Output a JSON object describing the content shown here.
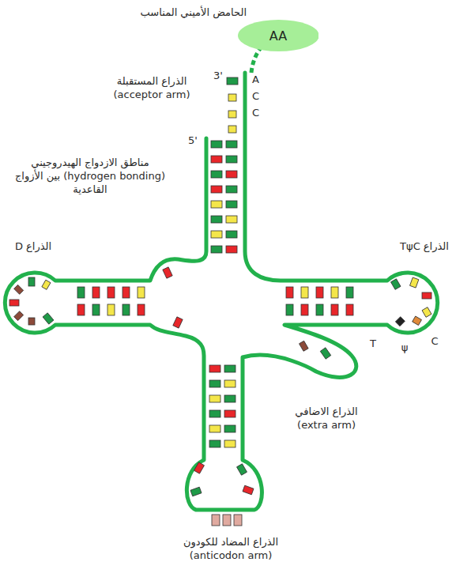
{
  "diagram": {
    "nodes": [
      {
        "text": [
          "AA"
        ]
      }
    ],
    "labels": [
      "الحامض الأميني المناسب",
      "3'",
      "A",
      "C",
      "C",
      "الذراع المستقبلة (acceptor arm)",
      "5'",
      "مناطق الازدواج الهيدروجيني (hydrogen bonding) بين الأزواج القاعدية",
      "الذراع D",
      "الذراع TψC",
      "T",
      "ψ",
      "C",
      "الذراع الاضافي (extra arm)",
      "الذراع المضاد للكودون (anticodon arm)"
    ]
  }
}
